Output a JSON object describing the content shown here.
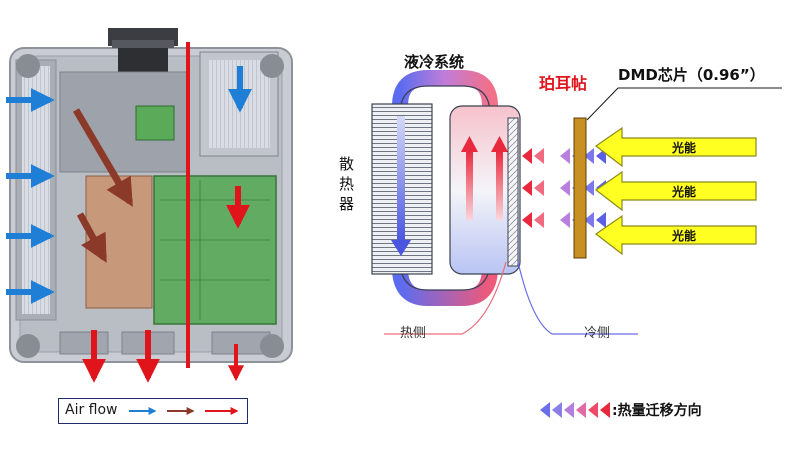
{
  "left": {
    "legend_label": "Air flow",
    "colors": {
      "blue": "#1f7fd6",
      "brown": "#8b3a2a",
      "red": "#e0141b",
      "green_board": "#5aaa5a",
      "brown_board": "#c8987a"
    }
  },
  "right": {
    "cooling_system": "液冷系统",
    "heat_sink": "散热器",
    "peltier": "珀耳帖",
    "dmd_chip": "DMD芯片（0.96”）",
    "light_energy": [
      "光能",
      "光能",
      "光能"
    ],
    "hot_side": "热侧",
    "cold_side": "冷侧",
    "heat_direction": ":热量迁移方向"
  }
}
